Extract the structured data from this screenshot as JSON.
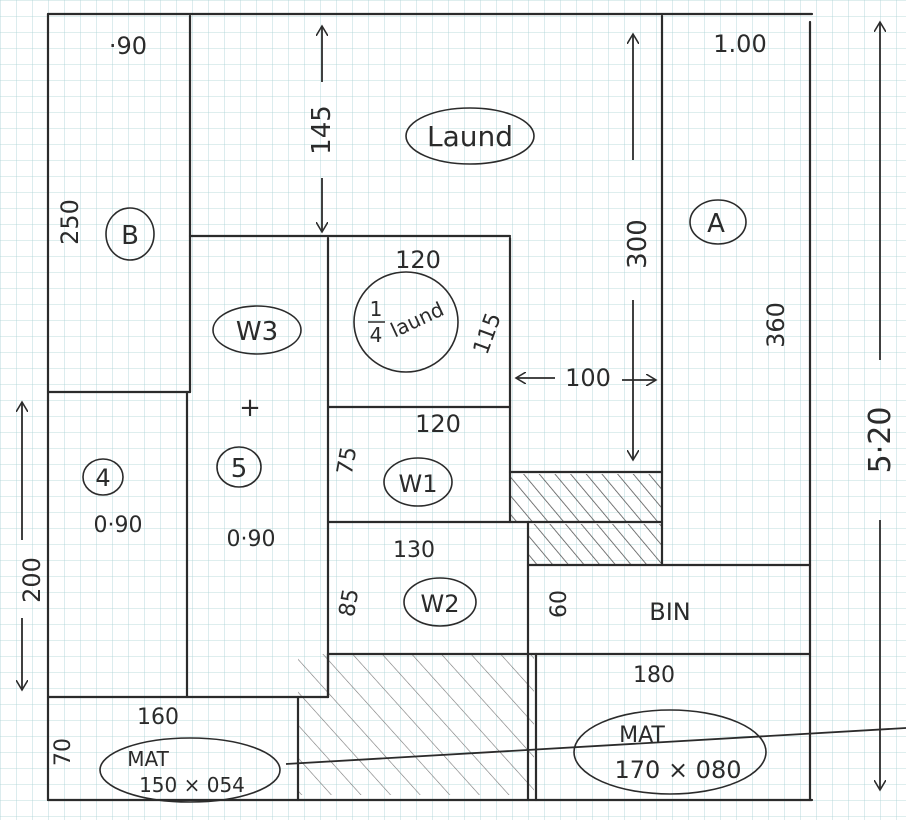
{
  "colors": {
    "paper": "#ffffff",
    "grid": "#a9d1d3",
    "pencil": "#2b2b2b"
  },
  "rooms": {
    "laundry": {
      "label": "Laund",
      "dim_height": "145"
    },
    "quarter_laundry": {
      "label_num": "1",
      "label_den": "4",
      "label_word": "laund",
      "dim_width": "120",
      "dim_height": "115"
    },
    "a": {
      "label": "A",
      "dim_width": "1.00",
      "dim_height": "360",
      "dim_inner": "300"
    },
    "b": {
      "label": "B",
      "dim_width": "·90",
      "dim_height": "250"
    },
    "w3_5": {
      "label_top": "W3",
      "label_plus": "+",
      "label_bottom": "5",
      "dim_width": "0·90"
    },
    "four": {
      "label": "4",
      "dim_width": "0·90",
      "dim_height": "200"
    },
    "w1": {
      "label": "W1",
      "dim_width": "120",
      "dim_height": "75"
    },
    "w2": {
      "label": "W2",
      "dim_width": "130",
      "dim_height": "85"
    },
    "bin": {
      "label": "BIN",
      "dim_height": "60"
    },
    "gap": {
      "dim": "100"
    },
    "mat_left": {
      "label": "MAT",
      "size": "150 × 054",
      "dim_width": "160",
      "dim_height": "70"
    },
    "mat_right": {
      "label": "MAT",
      "size": "170 × 080",
      "dim_width": "180"
    }
  },
  "overall": {
    "height": "5·20"
  }
}
